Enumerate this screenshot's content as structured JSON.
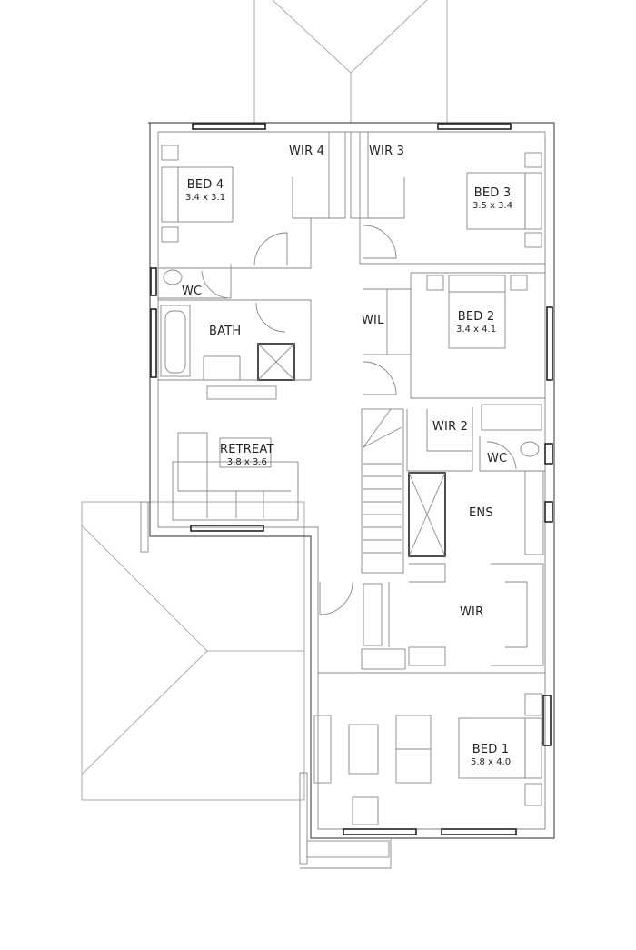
{
  "plan": {
    "type": "floor-plan",
    "level": "upper",
    "rooms": [
      {
        "id": "bed4",
        "name": "BED 4",
        "dims": "3.4 x 3.1"
      },
      {
        "id": "wir4",
        "name": "WIR 4"
      },
      {
        "id": "wir3",
        "name": "WIR 3"
      },
      {
        "id": "bed3",
        "name": "BED 3",
        "dims": "3.5 x 3.4"
      },
      {
        "id": "wc1",
        "name": "WC"
      },
      {
        "id": "bath",
        "name": "BATH"
      },
      {
        "id": "wil",
        "name": "WIL"
      },
      {
        "id": "bed2",
        "name": "BED 2",
        "dims": "3.4 x 4.1"
      },
      {
        "id": "retreat",
        "name": "RETREAT",
        "dims": "3.8 x 3.6"
      },
      {
        "id": "wir2",
        "name": "WIR 2"
      },
      {
        "id": "wc2",
        "name": "WC"
      },
      {
        "id": "ens",
        "name": "ENS"
      },
      {
        "id": "wir",
        "name": "WIR"
      },
      {
        "id": "bed1",
        "name": "BED 1",
        "dims": "5.8 x 4.0"
      }
    ]
  }
}
